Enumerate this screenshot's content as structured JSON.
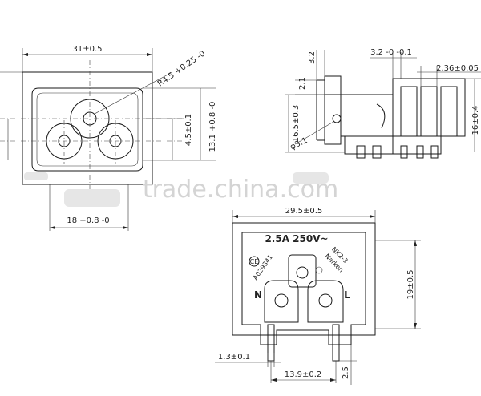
{
  "watermark": "trade.china.com",
  "front_view": {
    "width_dim": "31±0.5",
    "radius_dim": "R4.5 +0.25 -0",
    "height_dim_1": "4.5±0.1",
    "height_dim_2": "13.1 +0.8 -0",
    "bottom_dim": "18 +0.8 -0"
  },
  "side_view": {
    "top_dim": "3.2",
    "left_dim_1": "2.1",
    "height_dim": "16.5±0.3",
    "hole_dim": "φ3.1"
  },
  "right_view": {
    "top_dim": "3.2 -0 -0.1",
    "right_dim": "2.36±0.05",
    "side_dim": "16±0.4"
  },
  "bottom_view": {
    "width_dim": "29.5±0.5",
    "rating": "2.5A 250V~",
    "cert_code": "A029341",
    "model": "NK2-3",
    "brand": "Narken",
    "terminal_n": "N",
    "terminal_l": "L",
    "height_dim": "19±0.5",
    "pin_dim": "1.3±0.1",
    "pin_spacing_dim": "13.9±0.2",
    "pin_length_dim": "2.5"
  }
}
